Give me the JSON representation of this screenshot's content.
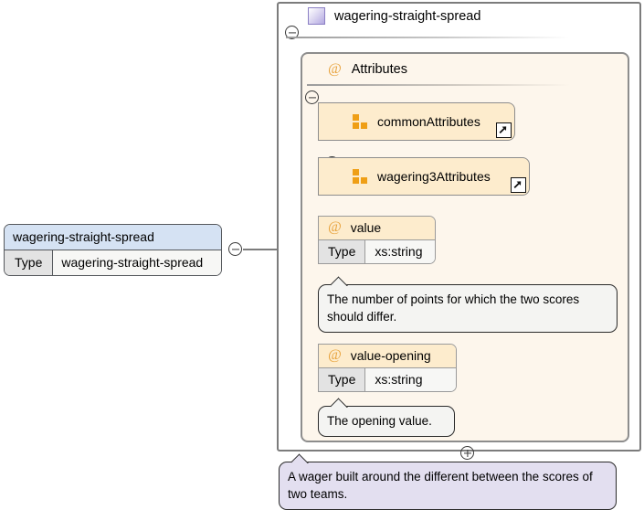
{
  "left_element": {
    "name": "wagering-straight-spread",
    "type_label": "Type",
    "type_value": "wagering-straight-spread",
    "toggle_icon": "minus-circle-icon",
    "header_color": "#d5e2f3"
  },
  "root_panel": {
    "title": "wagering-straight-spread",
    "icon": "element-icon",
    "toggle_icon": "minus-circle-icon",
    "border_color": "#7c7c7c"
  },
  "attributes_panel": {
    "title": "Attributes",
    "at_icon": "at-sign-icon",
    "toggle_icon": "minus-circle-icon",
    "background": "#fdf6ec",
    "groups": [
      {
        "label": "commonAttributes",
        "icon": "attribute-group-icon",
        "toggle_icon": "plus-circle-icon",
        "link_icon": "external-link-icon"
      },
      {
        "label": "wagering3Attributes",
        "icon": "attribute-group-icon",
        "toggle_icon": "plus-circle-icon",
        "link_icon": "external-link-icon"
      }
    ],
    "attributes": [
      {
        "name": "value",
        "at_icon": "at-sign-icon",
        "toggle_icon": "plus-circle-icon",
        "type_label": "Type",
        "type_value": "xs:string",
        "documentation": "The number of points for which the two scores should differ."
      },
      {
        "name": "value-opening",
        "at_icon": "at-sign-icon",
        "toggle_icon": "plus-circle-icon",
        "type_label": "Type",
        "type_value": "xs:string",
        "documentation": "The opening value."
      }
    ]
  },
  "root_documentation": "A wager built around the different between the scores of two teams.",
  "colors": {
    "element_header": "#d5e2f3",
    "attribute_header": "#fdeccd",
    "attributes_panel_bg": "#fdf6ec",
    "group_icon": "#ef9f16",
    "at_sign": "#e8a33d",
    "root_doc_bg": "#e3dff0",
    "border": "#8d8d8d"
  }
}
